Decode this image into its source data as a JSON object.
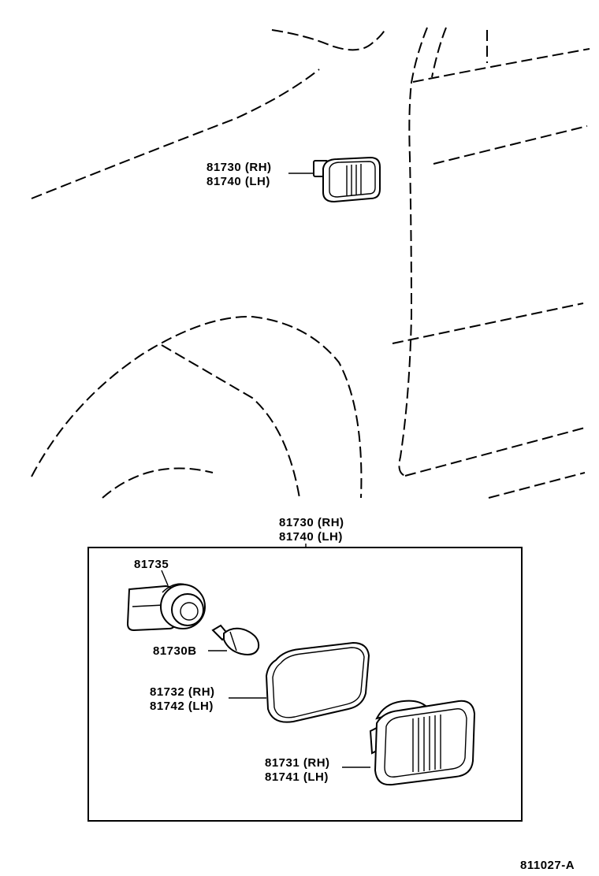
{
  "diagram": {
    "top_callout": {
      "rh": "81730 (RH)",
      "lh": "81740 (LH)"
    },
    "box_callout": {
      "rh": "81730 (RH)",
      "lh": "81740 (LH)"
    },
    "parts": [
      {
        "id": "socket",
        "labels": [
          "81735"
        ]
      },
      {
        "id": "bulb",
        "labels": [
          "81730B"
        ]
      },
      {
        "id": "gasket",
        "labels": [
          "81732 (RH)",
          "81742 (LH)"
        ]
      },
      {
        "id": "lens",
        "labels": [
          "81731 (RH)",
          "81741 (LH)"
        ]
      }
    ],
    "drawing_number": "811027-A"
  }
}
